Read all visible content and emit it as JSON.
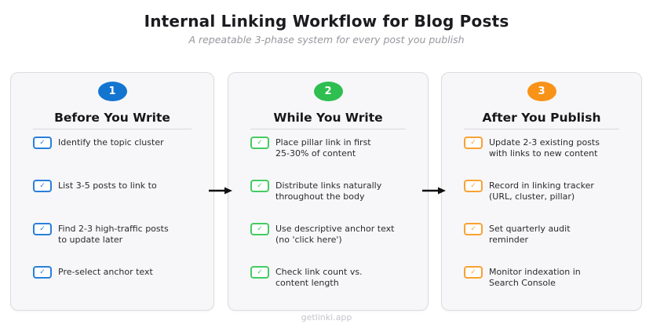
{
  "header": {
    "title": "Internal Linking Workflow for Blog Posts",
    "subtitle": "A repeatable 3-phase system for every post you publish"
  },
  "phases": [
    {
      "number": "1",
      "title": "Before You Write",
      "accent_color": "#1375d0",
      "checkbox_color": "#2a7fdb",
      "items": [
        "Identify the topic cluster",
        "List 3-5 posts to link to",
        "Find 2-3 high-traffic posts\nto update later",
        "Pre-select anchor text"
      ]
    },
    {
      "number": "2",
      "title": "While You Write",
      "accent_color": "#2fbe50",
      "checkbox_color": "#44cb63",
      "items": [
        "Place pillar link in first\n25-30% of content",
        "Distribute links naturally\nthroughout the body",
        "Use descriptive anchor text\n(no 'click here')",
        "Check link count vs.\ncontent length"
      ]
    },
    {
      "number": "3",
      "title": "After You Publish",
      "accent_color": "#f89318",
      "checkbox_color": "#f9a133",
      "items": [
        "Update 2-3 existing posts\nwith links to new content",
        "Record in linking tracker\n(URL, cluster, pillar)",
        "Set quarterly audit\nreminder",
        "Monitor indexation in\nSearch Console"
      ]
    }
  ],
  "icons": {
    "check": "✓"
  },
  "footer": {
    "brand": "getlinki.app"
  },
  "arrow_color": "#111111"
}
